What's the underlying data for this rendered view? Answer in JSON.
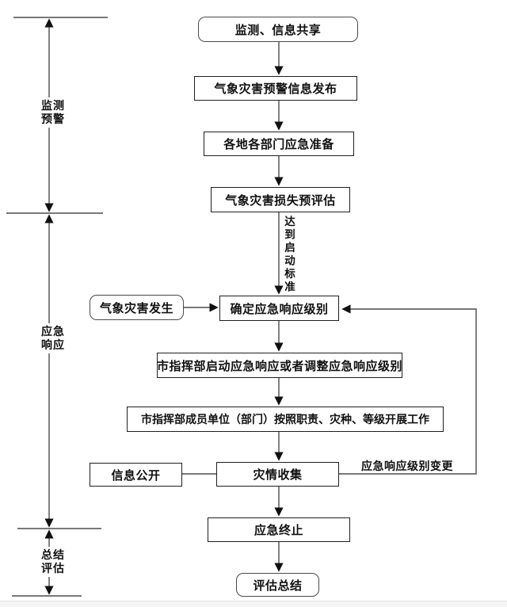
{
  "diagram": {
    "type": "flowchart",
    "language": "zh-CN",
    "phases": {
      "monitoring": {
        "line1": "监测",
        "line2": "预警"
      },
      "response": {
        "line1": "应急",
        "line2": "响应"
      },
      "summary": {
        "line1": "总结",
        "line2": "评估"
      }
    },
    "nodes": {
      "monitor_share": "监测、信息共享",
      "warning_release": "气象灾害预警信息发布",
      "emergency_prep": "各地各部门应急准备",
      "loss_preassessment": "气象灾害损失预评估",
      "disaster_occurs": "气象灾害发生",
      "determine_level": "确定应急响应级别",
      "start_or_adjust": "市指挥部启动应急响应或者调整应急响应级别",
      "members_work": "市指挥部成员单位（部门）按照职责、灾种、等级开展工作",
      "info_disclosure": "信息公开",
      "disaster_collection": "灾情收集",
      "emergency_end": "应急终止",
      "evaluation_summary": "评估总结"
    },
    "edge_labels": {
      "reach_threshold": "达到启动标准",
      "level_change": "应急响应级别变更"
    },
    "colors": {
      "background": "#ffffff",
      "line": "#4d4d4d",
      "arrowhead": "#111111",
      "box_border": "#1f1f1f",
      "rounded_box_border": "#4a4a4a",
      "text": "#111111"
    }
  }
}
